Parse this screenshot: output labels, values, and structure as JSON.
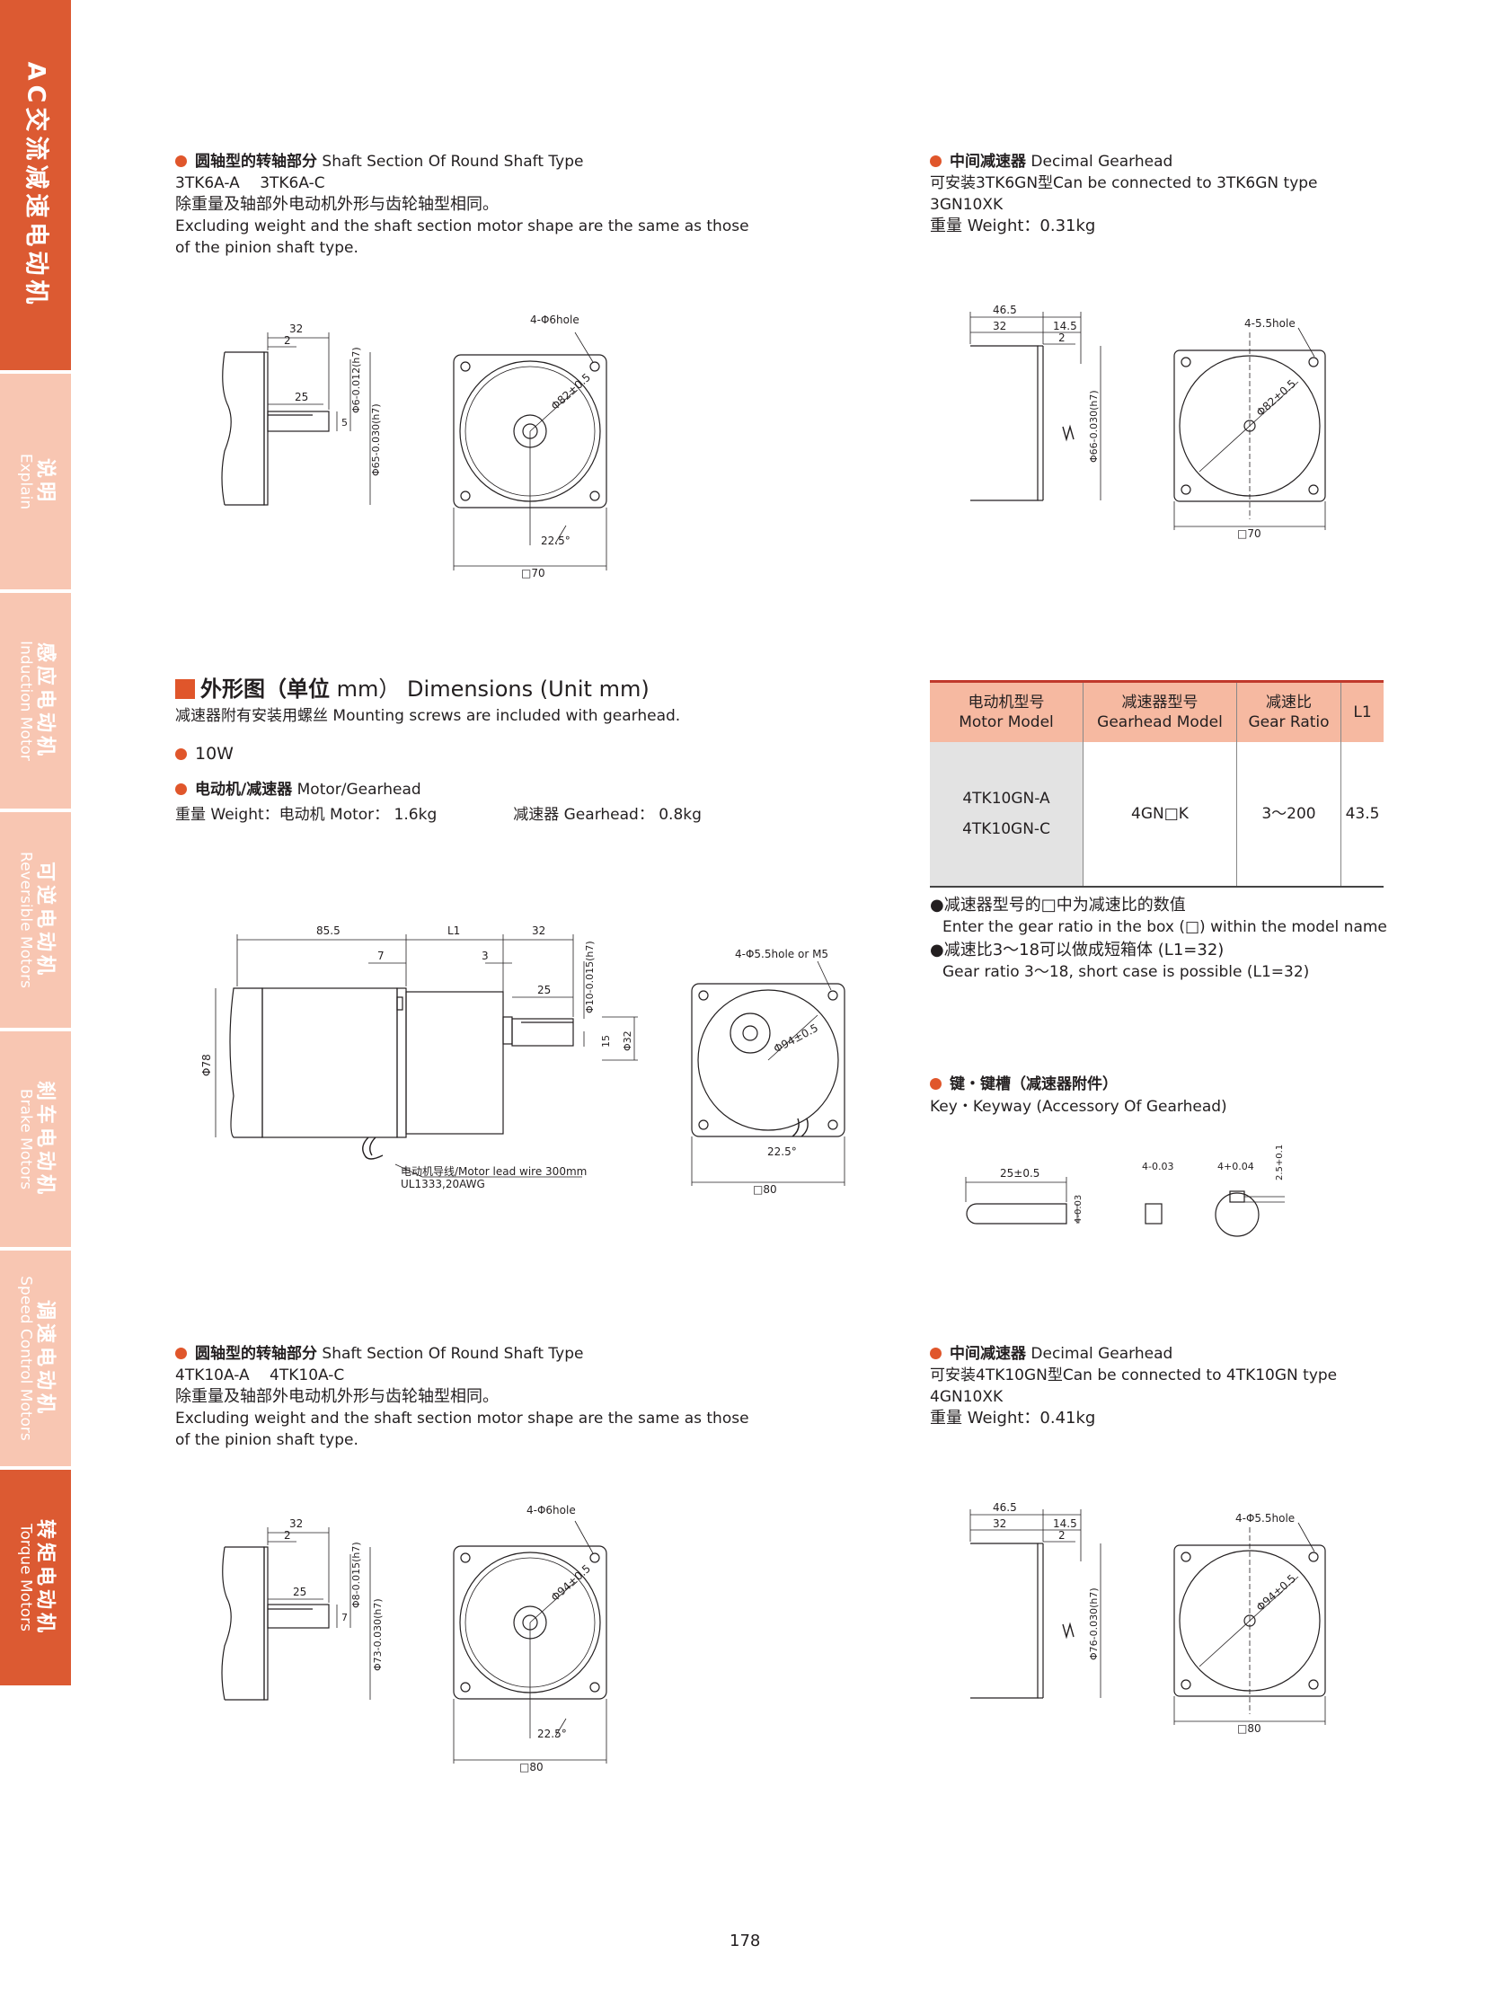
{
  "sidebar": {
    "main": {
      "cn": "AC交流减速电动机"
    },
    "tabs": [
      {
        "cn": "说明",
        "en": "Explain"
      },
      {
        "cn": "感应电动机",
        "en": "Induction Motor"
      },
      {
        "cn": "可逆电动机",
        "en": "Reversible Motors"
      },
      {
        "cn": "刹车电动机",
        "en": "Brake Motors"
      },
      {
        "cn": "调速电动机",
        "en": "Speed Control Motors"
      },
      {
        "cn": "转矩电动机",
        "en": "Torque Motors"
      }
    ]
  },
  "colors": {
    "accent": "#e0562b",
    "tab_light": "#f8c6b2",
    "tab_dark": "#dc5a32",
    "table_header": "#f6b9a1"
  },
  "sec1": {
    "title_cn": "圆轴型的转轴部分",
    "title_en": "Shaft Section Of Round Shaft Type",
    "models": "3TK6A-A　 3TK6A-C",
    "desc_cn": "除重量及轴部外电动机外形与齿轮轴型相同。",
    "desc_en1": "Excluding weight and the shaft section motor shape are the same as those",
    "desc_en2": "of the pinion shaft type.",
    "dim_32": "32",
    "dim_2": "2",
    "dim_25": "25",
    "dim_5": "5",
    "phi_shaft": "Φ6-0.012(h7)",
    "phi_body": "Φ65-0.030(h7)",
    "hole": "4-Φ6hole",
    "pcd": "Φ82±0.5",
    "angle": "22.5°",
    "square": "□70"
  },
  "sec2": {
    "title_cn": "中间减速器",
    "title_en": "Decimal Gearhead",
    "compat": "可安装3TK6GN型Can be connected to 3TK6GN type",
    "model": "3GN10XK",
    "weight": "重量 Weight：0.31kg",
    "dim_465": "46.5",
    "dim_32": "32",
    "dim_145": "14.5",
    "dim_2": "2",
    "phi": "Φ66-0.030(h7)",
    "hole": "4-5.5hole",
    "pcd": "Φ82±0.5",
    "square": "□70"
  },
  "dims": {
    "title_cn": "外形图（单位",
    "title_unit": "mm）",
    "title_en": "Dimensions (Unit mm)",
    "note": "减速器附有安装用螺丝 Mounting screws are included with gearhead.",
    "power": "10W",
    "sub_cn": "电动机/减速器",
    "sub_en": "Motor/Gearhead",
    "weight_motor": "重量 Weight：电动机 Motor： 1.6kg",
    "weight_gear": "减速器 Gearhead： 0.8kg"
  },
  "draw10w": {
    "d855": "85.5",
    "dL1": "L1",
    "d32": "32",
    "d7": "7",
    "d3": "3",
    "d25": "25",
    "phi10": "Φ10-0.015(h7)",
    "phi32": "Φ32",
    "d15": "15",
    "phi78": "Φ78",
    "lead": "电动机导线/Motor lead wire 300mm",
    "ul": "UL1333,20AWG",
    "hole": "4-Φ5.5hole or M5",
    "pcd": "Φ94±0.5",
    "angle": "22.5°",
    "square": "□80"
  },
  "table": {
    "headers": [
      {
        "cn": "电动机型号",
        "en": "Motor Model"
      },
      {
        "cn": "减速器型号",
        "en": "Gearhead Model"
      },
      {
        "cn": "减速比",
        "en": "Gear Ratio"
      },
      {
        "cn": "L1",
        "en": ""
      }
    ],
    "row": {
      "motor1": "4TK10GN-A",
      "motor2": "4TK10GN-C",
      "gearhead": "4GN□K",
      "ratio": "3～200",
      "l1": "43.5"
    }
  },
  "notes": {
    "n1_cn": "●减速器型号的□中为减速比的数值",
    "n1_en": "Enter the gear ratio in the box (□) within the model name",
    "n2_cn": "●减速比3～18可以做成短箱体 (L1=32)",
    "n2_en": "Gear  ratio  3～18, short  case  is  possible  (L1=32)"
  },
  "key": {
    "title_cn": "键・键槽（减速器附件）",
    "title_en": "Key・Keyway (Accessory Of Gearhead)",
    "d25": "25±0.5",
    "d4a": "4-0.03",
    "d4b": "4-0.03",
    "d4c": "4+0.04",
    "d25b": "2.5+0.1"
  },
  "sec4": {
    "title_cn": "圆轴型的转轴部分",
    "title_en": "Shaft Section Of Round Shaft Type",
    "models": "4TK10A-A　 4TK10A-C",
    "desc_cn": "除重量及轴部外电动机外形与齿轮轴型相同。",
    "desc_en1": "Excluding weight and the shaft section motor shape are the same as those",
    "desc_en2": "of the pinion shaft type.",
    "dim_32": "32",
    "dim_2": "2",
    "dim_25": "25",
    "dim_7": "7",
    "phi_shaft": "Φ8-0.015(h7)",
    "phi_body": "Φ73-0.030(h7)",
    "hole": "4-Φ6hole",
    "pcd": "Φ94±0.5",
    "angle": "22.5°",
    "square": "□80"
  },
  "sec5": {
    "title_cn": "中间减速器",
    "title_en": "Decimal Gearhead",
    "compat": "可安装4TK10GN型Can be connected to 4TK10GN type",
    "model": "4GN10XK",
    "weight": "重量 Weight：0.41kg",
    "dim_465": "46.5",
    "dim_32": "32",
    "dim_145": "14.5",
    "dim_2": "2",
    "phi": "Φ76-0.030(h7)",
    "hole": "4-Φ5.5hole",
    "pcd": "Φ94±0.5",
    "square": "□80"
  },
  "page": {
    "number": "178"
  }
}
